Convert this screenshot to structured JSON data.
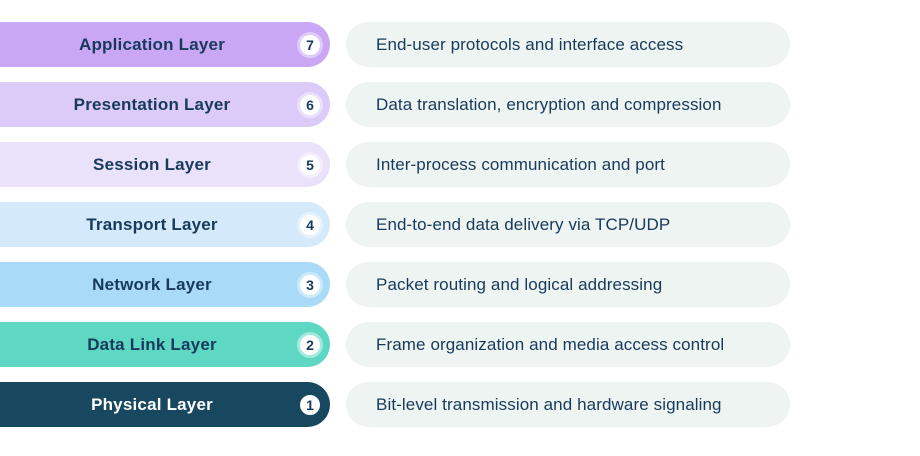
{
  "colors": {
    "background": "#ffffff",
    "description_pill": "#edf4f1",
    "description_text": "#173a5c",
    "number_text": "#173a5c"
  },
  "layers": [
    {
      "name": "Application Layer",
      "number": "7",
      "description": "End-user protocols and interface access",
      "pill_color": "#c9a7f4",
      "ring_color": "#dfcbfa",
      "name_color": "#173a5c"
    },
    {
      "name": "Presentation Layer",
      "number": "6",
      "description": "Data translation, encryption and compression",
      "pill_color": "#dccaf8",
      "ring_color": "#ebdffc",
      "name_color": "#173a5c"
    },
    {
      "name": "Session Layer",
      "number": "5",
      "description": "Inter-process communication and port",
      "pill_color": "#eae1fb",
      "ring_color": "#f3edfd",
      "name_color": "#173a5c"
    },
    {
      "name": "Transport Layer",
      "number": "4",
      "description": "End-to-end data delivery via TCP/UDP",
      "pill_color": "#d4e9f9",
      "ring_color": "#e6f3fc",
      "name_color": "#173a5c"
    },
    {
      "name": "Network Layer",
      "number": "3",
      "description": "Packet routing and logical addressing",
      "pill_color": "#a9dbf8",
      "ring_color": "#cdeafb",
      "name_color": "#173a5c"
    },
    {
      "name": "Data Link Layer",
      "number": "2",
      "description": "Frame organization and media access control",
      "pill_color": "#5ed7c3",
      "ring_color": "#a3e9dd",
      "name_color": "#173a5c"
    },
    {
      "name": "Physical Layer",
      "number": "1",
      "description": "Bit-level transmission and hardware signaling",
      "pill_color": "#17485f",
      "ring_color": "#17485f",
      "name_color": "#ffffff"
    }
  ]
}
